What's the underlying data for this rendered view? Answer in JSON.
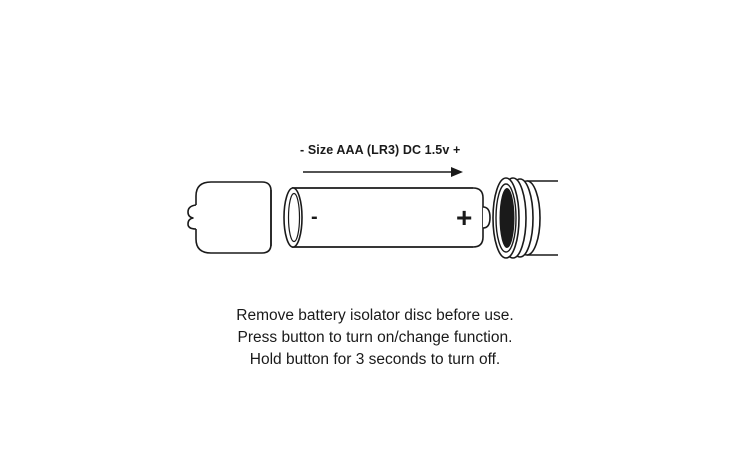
{
  "diagram": {
    "direction_label": "- Size AAA (LR3) DC 1.5v +",
    "battery_minus_symbol": "-",
    "battery_plus_symbol": "+",
    "stroke_color": "#1a1a1a",
    "fill_color": "#ffffff",
    "disc_color": "#1a1a1a"
  },
  "instructions": {
    "line1": "Remove battery isolator disc before use.",
    "line2": "Press button to turn on/change function.",
    "line3": "Hold button for 3 seconds to turn off."
  }
}
